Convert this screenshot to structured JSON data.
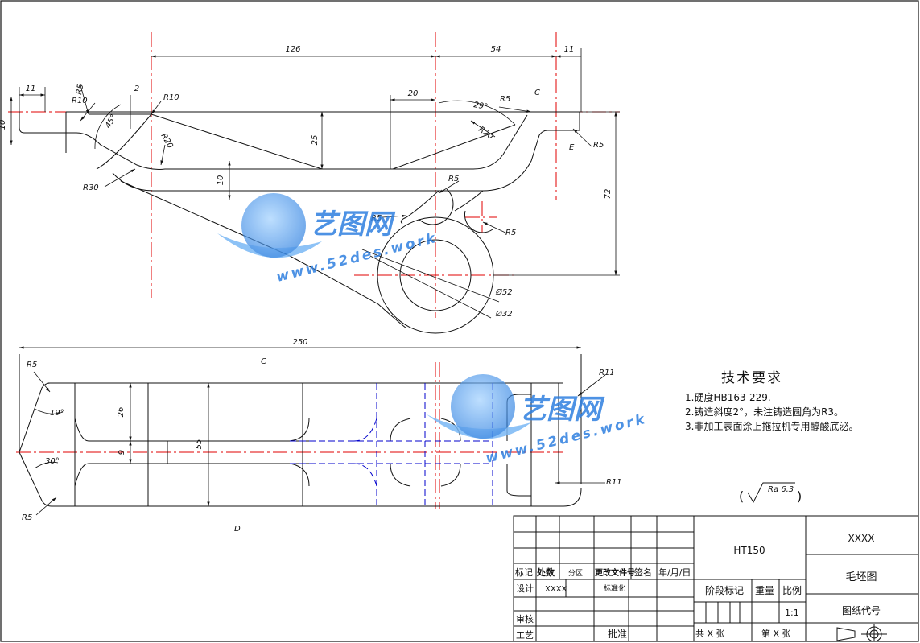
{
  "dimensions": {
    "d126": "126",
    "d54": "54",
    "d11_right": "11",
    "d11_left": "11",
    "d2": "2",
    "d20": "20",
    "d25": "25",
    "d10_web": "10",
    "d10_left": "10",
    "d72": "72",
    "d250": "250",
    "d26": "26",
    "d9": "9",
    "d55": "55",
    "ang45": "45°",
    "ang29": "29°",
    "ang19": "19°",
    "ang30": "30°",
    "r10_a": "R10",
    "r5_a": "R5",
    "r10_b": "R10",
    "r20_a": "R20",
    "r30": "R30",
    "r5_b": "R5",
    "r20_b": "R20",
    "r5_c": "R5",
    "r5_d": "R5",
    "r5_e": "R5",
    "r5_f": "R5",
    "phi52": "Ø52",
    "phi32": "Ø32",
    "r5_g": "R5",
    "r5_h": "R5",
    "r11_a": "R11",
    "r11_b": "R11"
  },
  "labels": {
    "c_top": "C",
    "e_top": "E",
    "c_bottom": "C",
    "d_bottom": "D"
  },
  "watermark": {
    "brand": "艺图网",
    "url": "www.52des.work"
  },
  "tech_requirements": {
    "title": "技术要求",
    "items": [
      "1.硬度HB163-229.",
      "2.铸造斜度2°，未注铸造圆角为R3。",
      "3.非加工表面涂上拖拉机专用醇酸底泌。"
    ]
  },
  "roughness": {
    "value": "Ra 6.3"
  },
  "title_block": {
    "material": "HT150",
    "company": "XXXX",
    "drawing_name": "毛坯图",
    "drawing_code": "图纸代号",
    "h_mark": "标记",
    "h_count": "处数",
    "h_zone": "分区",
    "h_docno": "更改文件号",
    "h_sign": "签名",
    "h_date": "年/月/日",
    "design": "设计",
    "designer": "XXXX",
    "standardize": "标准化",
    "stage": "阶段标记",
    "weight": "重量",
    "scale_label": "比例",
    "scale_value": "1:1",
    "review": "审核",
    "process": "工艺",
    "approve": "批准",
    "total_sheets": "共 X 张",
    "sheet_no": "第 X 张"
  },
  "colors": {
    "outline": "#111111",
    "centerline": "#e00000",
    "hidden": "#0000cc",
    "watermark": "#2f7fe0"
  }
}
